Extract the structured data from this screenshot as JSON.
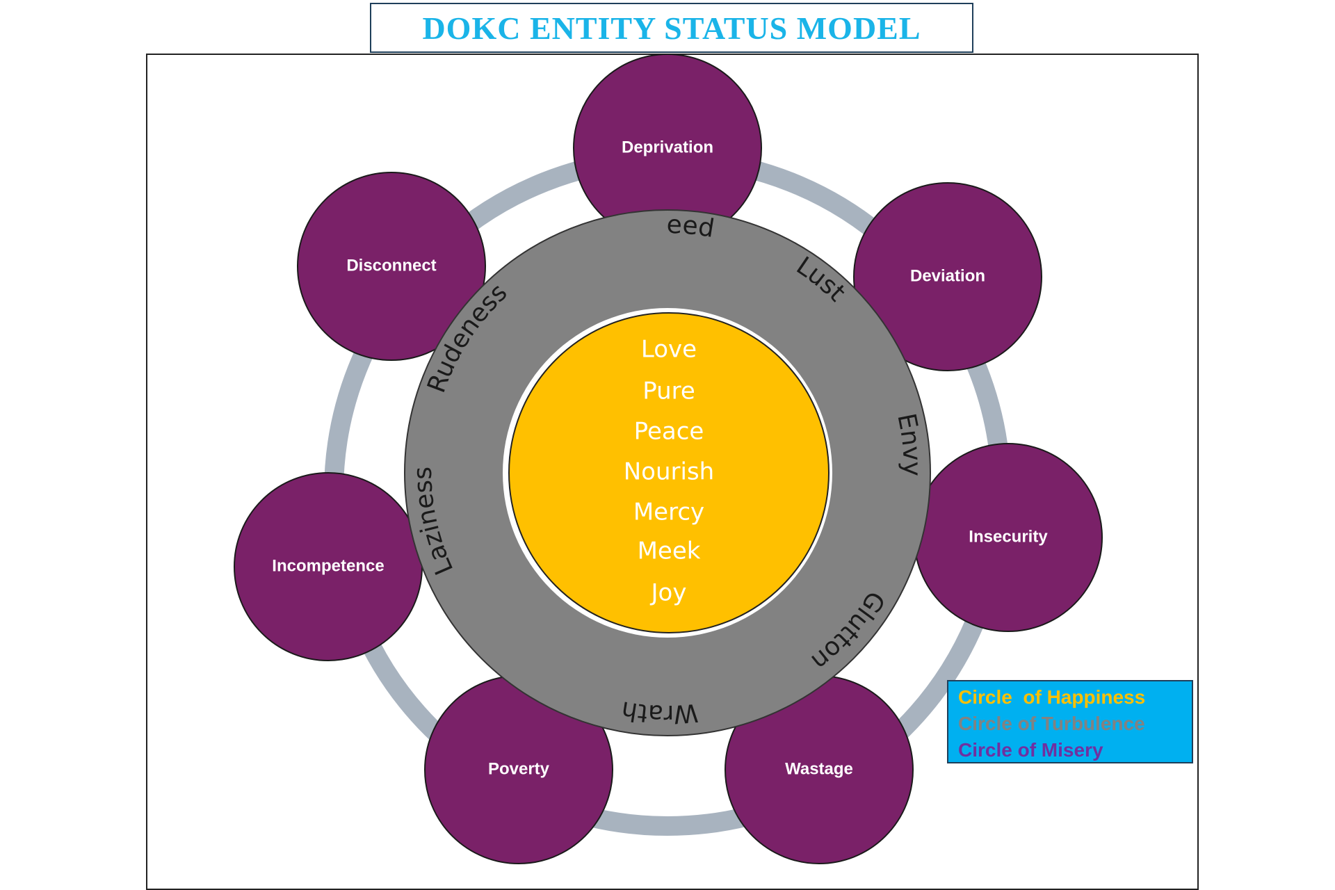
{
  "title": "DOKC ENTITY STATUS MODEL",
  "colors": {
    "title": "#1ab4e8",
    "misery": "#7a2168",
    "turbulence": "#828282",
    "happiness": "#ffc000",
    "ring": "#a8b3bf",
    "legend_bg": "#00b0f0"
  },
  "misery": [
    "Deprivation",
    "Deviation",
    "Insecurity",
    "Wastage",
    "Poverty",
    "Incompetence",
    "Disconnect"
  ],
  "turbulence": [
    "Greed",
    "Lust",
    "Envy",
    "Glutton",
    "Wrath",
    "Laziness",
    "Rudeness"
  ],
  "happiness": [
    "Love",
    "Pure",
    "Peace",
    "Nourish",
    "Mercy",
    "Meek",
    "Joy"
  ],
  "legend": {
    "happiness": "Circle  of Happiness",
    "turbulence": "Circle of Turbulence",
    "misery": "Circle of Misery"
  }
}
